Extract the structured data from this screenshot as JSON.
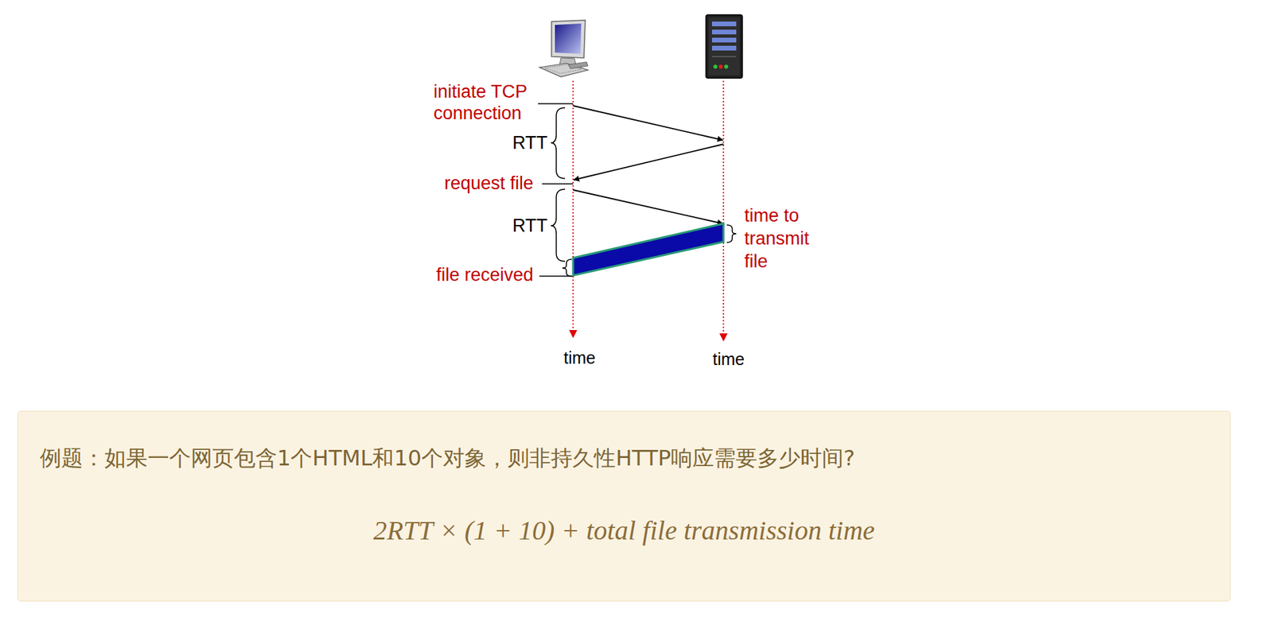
{
  "diagram": {
    "nodes": [
      {
        "text": [
          "例题：如果一个网页包含1个HTML和10个对象，则非持久性HTTP响应需要多少时间?",
          "2RTT × (1 + 10) + total file transmission time"
        ]
      }
    ],
    "edges": [],
    "labels": [
      "initiate TCP connection",
      "RTT",
      "request file",
      "RTT",
      "time to transmit file",
      "file received",
      "time",
      "time"
    ]
  }
}
